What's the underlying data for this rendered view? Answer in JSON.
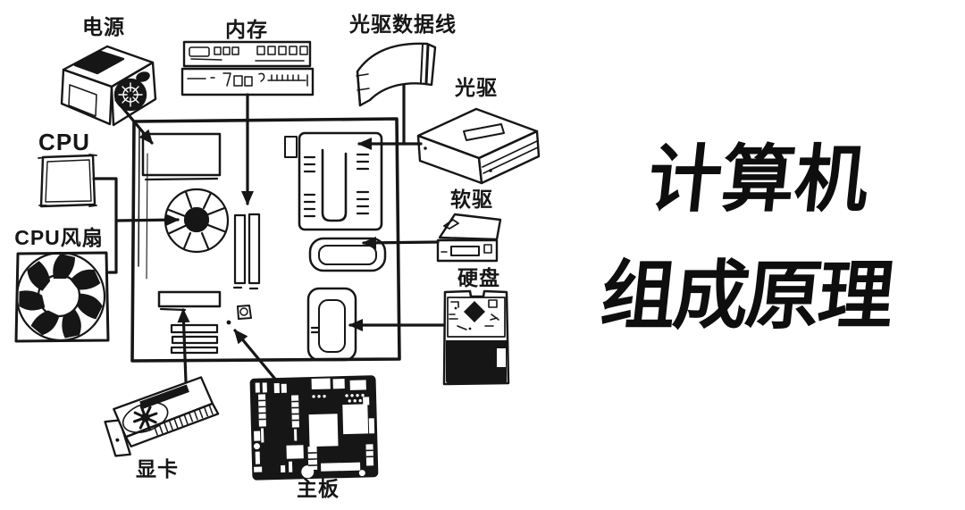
{
  "colors": {
    "background": "#ffffff",
    "ink": "#161616"
  },
  "title": {
    "line1": "计算机",
    "line2": "组成原理"
  },
  "labels": {
    "power": "电源",
    "memory": "内存",
    "optical_cable": "光驱数据线",
    "optical_drive": "光驱",
    "cpu": "CPU",
    "cpu_fan": "CPU风扇",
    "floppy_drive": "软驱",
    "hard_disk": "硬盘",
    "graphics_card": "显卡",
    "motherboard": "主板"
  },
  "connections": [
    {
      "component": "电源",
      "target": "motherboard"
    },
    {
      "component": "内存",
      "target": "motherboard"
    },
    {
      "component": "CPU",
      "target": "motherboard"
    },
    {
      "component": "CPU风扇",
      "target": "motherboard"
    },
    {
      "component": "光驱数据线",
      "target": "motherboard"
    },
    {
      "component": "光驱",
      "target": "motherboard"
    },
    {
      "component": "软驱",
      "target": "motherboard"
    },
    {
      "component": "硬盘",
      "target": "motherboard"
    },
    {
      "component": "显卡",
      "target": "motherboard"
    },
    {
      "component": "主板",
      "target": "motherboard"
    }
  ]
}
